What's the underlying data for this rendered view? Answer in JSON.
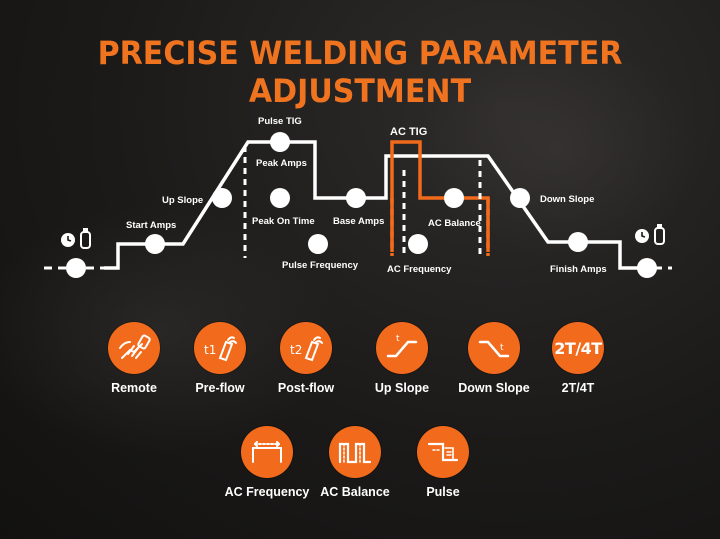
{
  "title": "PRECISE WELDING PARAMETER ADJUSTMENT",
  "accent_color": "#f26a1b",
  "diagram": {
    "labels": {
      "start_amps": "Start Amps",
      "up_slope": "Up Slope",
      "pulse_tig": "Pulse TIG",
      "peak_amps": "Peak Amps",
      "peak_on_time": "Peak On Time",
      "base_amps": "Base Amps",
      "pulse_frequency": "Pulse Frequency",
      "ac_tig": "AC TIG",
      "ac_balance": "AC Balance",
      "ac_frequency": "AC Frequency",
      "down_slope": "Down Slope",
      "finish_amps": "Finish Amps"
    },
    "icons": [
      "clock-icon",
      "gas-bottle-icon"
    ]
  },
  "features_row1": [
    {
      "label": "Remote",
      "icon": "remote-hand-icon"
    },
    {
      "label": "Pre-flow",
      "icon": "pre-flow-icon"
    },
    {
      "label": "Post-flow",
      "icon": "post-flow-icon"
    },
    {
      "label": "Up Slope",
      "icon": "up-slope-icon"
    },
    {
      "label": "Down Slope",
      "icon": "down-slope-icon"
    },
    {
      "label": "2T/4T",
      "icon_text": "2T/4T"
    }
  ],
  "features_row2": [
    {
      "label": "AC Frequency",
      "icon": "ac-frequency-icon"
    },
    {
      "label": "AC Balance",
      "icon": "ac-balance-icon"
    },
    {
      "label": "Pulse",
      "icon": "pulse-icon"
    }
  ]
}
